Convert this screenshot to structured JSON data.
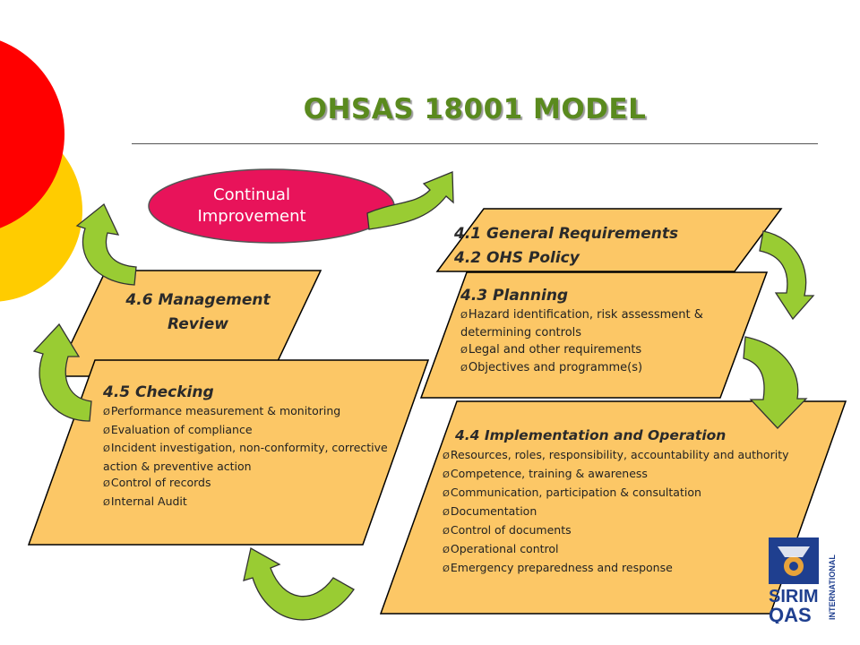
{
  "title": "OHSAS 18001 MODEL",
  "continual": {
    "line1": "Continual",
    "line2": "Improvement"
  },
  "box41": {
    "line1": "4.1 General Requirements",
    "line2": "4.2 OHS  Policy"
  },
  "box43": {
    "heading": "4.3 Planning",
    "items": [
      "Hazard identification, risk assessment & determining controls",
      "Legal and other requirements",
      "Objectives and programme(s)"
    ]
  },
  "box46": {
    "line1": "4.6 Management",
    "line2": "Review"
  },
  "box45": {
    "heading": "4.5 Checking",
    "items": [
      "Performance measurement & monitoring",
      "Evaluation of compliance",
      "Incident investigation, non-conformity, corrective action & preventive action",
      "Control of records",
      "Internal Audit"
    ]
  },
  "box44": {
    "heading": "4.4 Implementation and Operation",
    "items": [
      "Resources, roles, responsibility, accountability and authority",
      "Competence, training & awareness",
      "Communication, participation & consultation",
      "Documentation",
      "Control of documents",
      "Operational control",
      "Emergency preparedness and response"
    ]
  },
  "logo": {
    "name": "SIRIM",
    "sub": "QAS",
    "vertical": "INTERNATIONAL"
  },
  "colors": {
    "box": "#fcc766",
    "arrow": "#99cc33",
    "title": "#5a8a1e",
    "oval": "#e8135a",
    "red": "#ff0000",
    "yellow": "#ffcc00"
  },
  "bullet": "Ø"
}
